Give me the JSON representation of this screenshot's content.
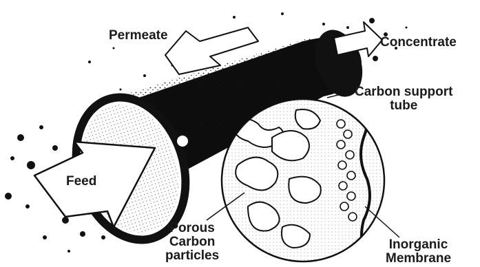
{
  "labels": {
    "permeate": "Permeate",
    "concentrate": "Concentrate",
    "carbon_support_tube": [
      "Carbon support",
      "tube"
    ],
    "feed": "Feed",
    "porous_carbon_particles": [
      "Porous",
      "Carbon",
      "particles"
    ],
    "inorganic_membrane": [
      "Inorganic",
      "Membrane"
    ]
  }
}
